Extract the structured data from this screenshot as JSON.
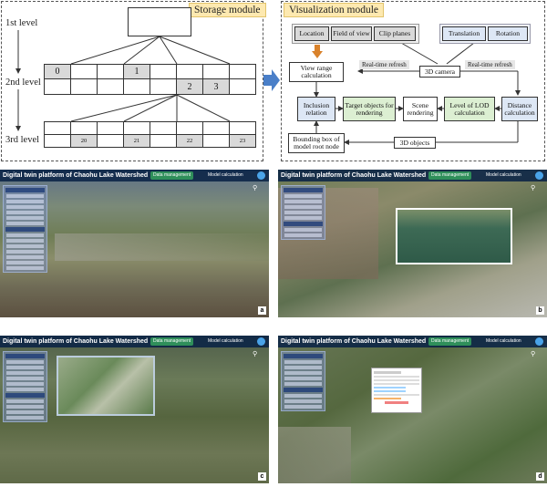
{
  "storage": {
    "title": "Storage module",
    "levels": [
      "1st level",
      "2nd level",
      "3rd level"
    ],
    "node_labels": [
      "0",
      "1",
      "2",
      "3"
    ],
    "leaf_labels": [
      "20",
      "21",
      "22",
      "23"
    ]
  },
  "visualization": {
    "title": "Visualization module",
    "boxes": {
      "location": "Location",
      "field_of_view": "Field of view",
      "clip_planes": "Clip planes",
      "translation": "Translation",
      "rotation": "Rotation",
      "view_range": "View range calculation",
      "camera": "3D camera",
      "inclusion": "Inclusion relation",
      "target": "Target objects for rendering",
      "scene": "Scene rendering",
      "lod": "Level of LOD calculation",
      "distance": "Distance calculation",
      "bbox": "Bounding box of model root node",
      "objects": "3D objects"
    },
    "labels": {
      "refresh_left": "Real-time refresh",
      "refresh_right": "Real-time refresh"
    }
  },
  "panels": [
    {
      "title": "Digital twin platform of Chaohu Lake Watershed",
      "btn_data": "Data management",
      "btn_model": "Model calculation",
      "letter": "a"
    },
    {
      "title": "Digital twin platform of Chaohu Lake Watershed",
      "btn_data": "Data management",
      "btn_model": "Model calculation",
      "letter": "b"
    },
    {
      "title": "Digital twin platform of Chaohu Lake Watershed",
      "btn_data": "Data management",
      "btn_model": "Model calculation",
      "letter": "c"
    },
    {
      "title": "Digital twin platform of Chaohu Lake Watershed",
      "btn_data": "Data management",
      "btn_model": "Model calculation",
      "letter": "d"
    }
  ],
  "colors": {
    "arrow_blue": "#4a7fc8",
    "arrow_orange": "#d9822b",
    "box_blue": "#dde7f5",
    "box_green": "#dcefd2",
    "box_gray": "#d9d9d9"
  }
}
